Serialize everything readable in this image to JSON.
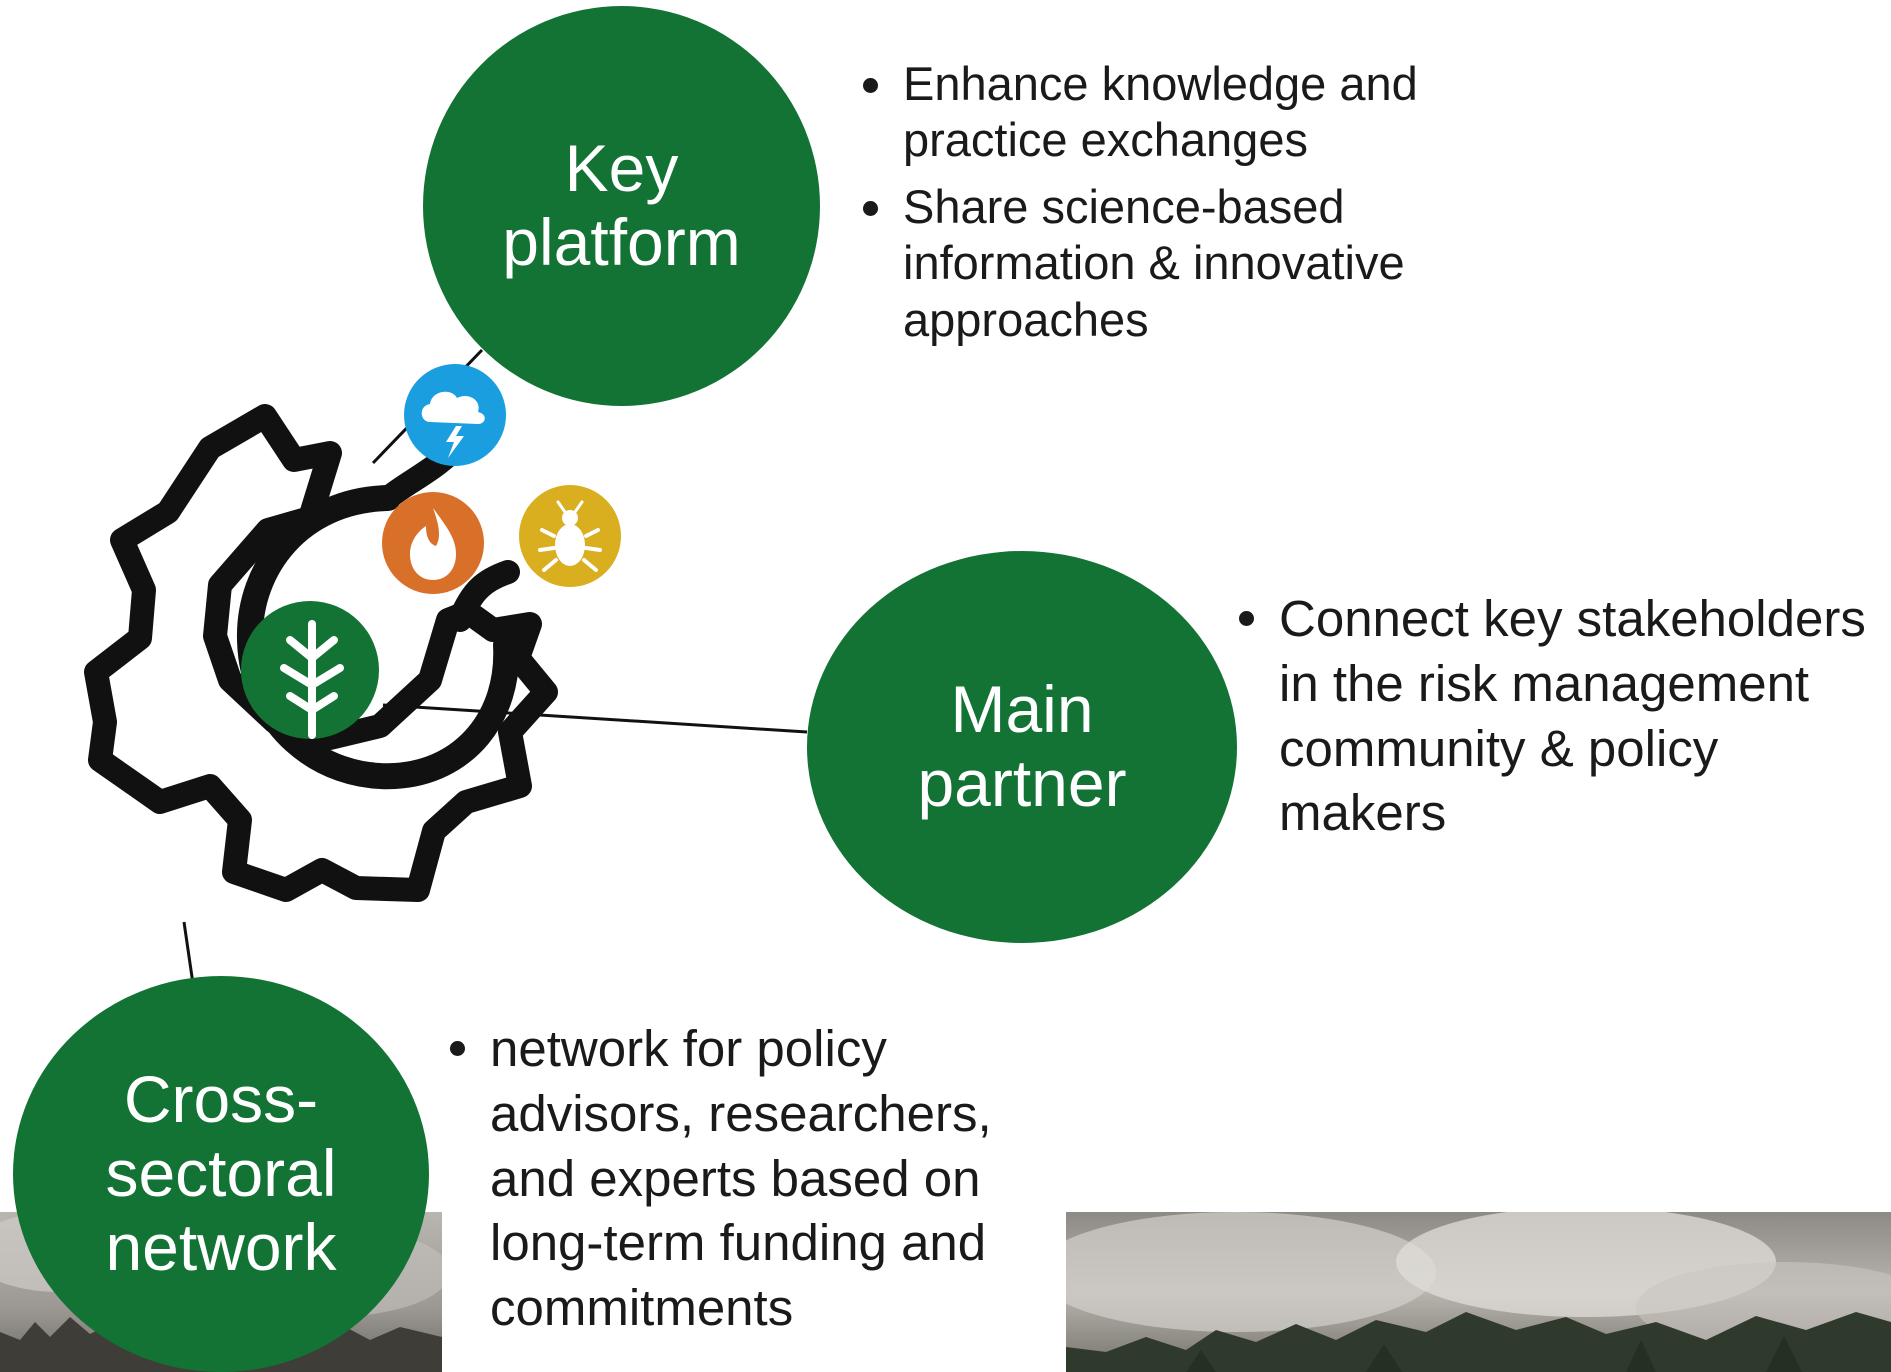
{
  "nodes": [
    {
      "id": "key",
      "title_lines": [
        "Key",
        "platform"
      ]
    },
    {
      "id": "main",
      "title_lines": [
        "Main",
        "partner"
      ]
    },
    {
      "id": "cross",
      "title_lines": [
        "Cross-",
        "sectoral",
        "network"
      ]
    }
  ],
  "bullets": {
    "key": [
      "Enhance knowledge and practice exchanges",
      "Share science-based information & innovative approaches"
    ],
    "main": [
      "Connect key stakeholders in the risk management community & policy makers"
    ],
    "cross": [
      "network for policy advisors, researchers, and experts based on long-term funding and commitments"
    ]
  },
  "icons": {
    "gear": "gear-icon",
    "tree": "tree-icon",
    "storm": "storm-cloud-icon",
    "fire": "fire-icon",
    "beetle": "beetle-icon"
  },
  "colors": {
    "primary_green": "#127335",
    "storm_blue": "#1b9ee0",
    "fire_orange": "#d8702a",
    "beetle_yellow": "#d9ae1f"
  }
}
